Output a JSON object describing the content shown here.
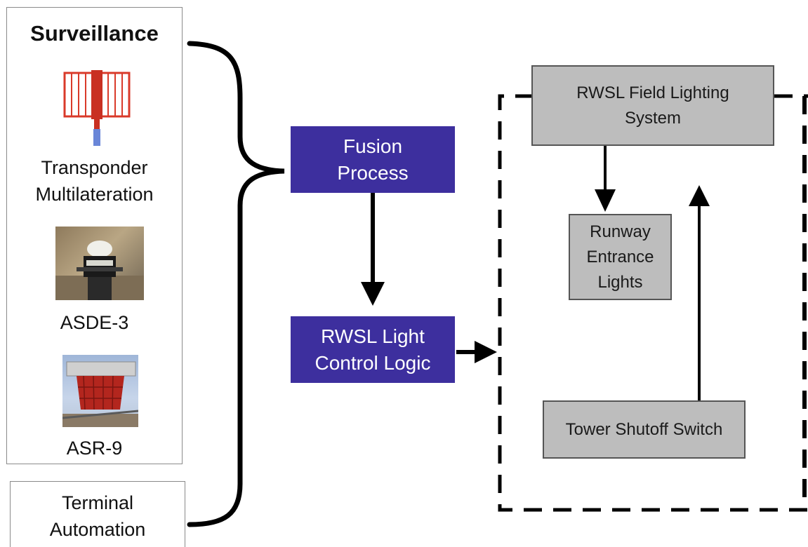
{
  "surveillance": {
    "title": "Surveillance",
    "sources": [
      {
        "label": "Transponder\nMultilateration",
        "icon": "multilateration-antenna"
      },
      {
        "label": "ASDE-3",
        "icon": "asde3-radar-tower"
      },
      {
        "label": "ASR-9",
        "icon": "asr9-radar-antenna"
      }
    ]
  },
  "terminal_automation": {
    "label": "Terminal\nAutomation"
  },
  "fusion_process": {
    "label": "Fusion\nProcess"
  },
  "control_logic": {
    "label": "RWSL Light\nControl Logic"
  },
  "field_lighting": {
    "title": "RWSL Field Lighting\nSystem",
    "runway_lights": "Runway\nEntrance\nLights",
    "shutoff_switch": "Tower Shutoff Switch"
  },
  "colors": {
    "process_fill": "#3d2f9e",
    "system_fill": "#bdbdbd",
    "border": "#555555",
    "line": "#000000"
  }
}
